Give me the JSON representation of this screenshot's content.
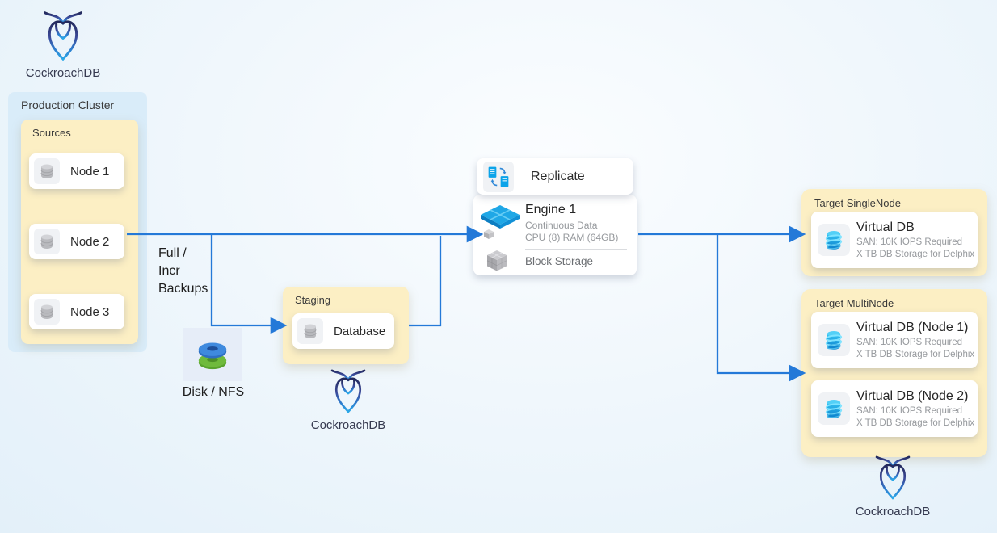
{
  "colors": {
    "arrow_blue": "#2479d8",
    "group_yellow": "#fcefc4",
    "group_blue": "#d9ecf9",
    "engine_icon_blue": "#1fa7e6",
    "disk_blue": "#3f8ade",
    "disk_green": "#6fba3c",
    "logo_navy": "#23295c",
    "logo_cyan": "#2ba8e8"
  },
  "logos": {
    "top_left": {
      "label": "CockroachDB"
    },
    "staging": {
      "label": "CockroachDB"
    },
    "bottom_right": {
      "label": "CockroachDB"
    }
  },
  "production": {
    "title": "Production Cluster",
    "sources": {
      "title": "Sources",
      "nodes": [
        {
          "label": "Node 1"
        },
        {
          "label": "Node 2"
        },
        {
          "label": "Node 3"
        }
      ]
    }
  },
  "backups": {
    "lines": [
      "Full /",
      "Incr",
      "Backups"
    ]
  },
  "disk": {
    "label": "Disk / NFS"
  },
  "staging": {
    "title": "Staging",
    "database": {
      "label": "Database"
    }
  },
  "replicate": {
    "label": "Replicate"
  },
  "engine": {
    "title": "Engine 1",
    "subtitle1": "Continuous Data",
    "subtitle2": "CPU (8) RAM (64GB)",
    "storage": "Block Storage"
  },
  "targets": {
    "single": {
      "title": "Target SingleNode",
      "cards": [
        {
          "title": "Virtual DB",
          "line1": "SAN: 10K IOPS Required",
          "line2": "X TB DB Storage for Delphix"
        }
      ]
    },
    "multi": {
      "title": "Target MultiNode",
      "cards": [
        {
          "title": "Virtual DB (Node 1)",
          "line1": "SAN: 10K IOPS Required",
          "line2": "X TB DB Storage for Delphix"
        },
        {
          "title": "Virtual DB (Node 2)",
          "line1": "SAN: 10K IOPS Required",
          "line2": "X TB DB Storage for Delphix"
        }
      ]
    }
  }
}
